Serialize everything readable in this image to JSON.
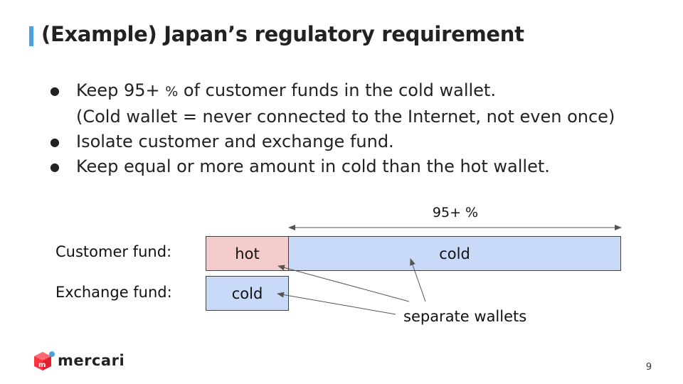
{
  "slide": {
    "title": "(Example) Japan’s regulatory requirement",
    "bullets": [
      {
        "line1_a": "Keep 95+ ",
        "line1_pct": "%",
        "line1_b": " of customer funds in the cold wallet.",
        "line2": "(Cold wallet = never connected to the Internet, not even once)"
      },
      {
        "text": "Isolate customer and exchange fund."
      },
      {
        "text": "Keep equal or more amount in cold than the hot wallet."
      }
    ],
    "bullet_char": "●",
    "page_number": "9"
  },
  "diagram": {
    "span_label_num": "95+ ",
    "span_label_pct": "%",
    "rows": [
      {
        "label": "Customer fund:",
        "boxes": [
          {
            "text": "hot",
            "kind": "hot"
          },
          {
            "text": "cold",
            "kind": "cold"
          }
        ]
      },
      {
        "label": "Exchange fund:",
        "boxes": [
          {
            "text": "cold",
            "kind": "cold"
          }
        ]
      }
    ],
    "annotation": "separate wallets"
  },
  "branding": {
    "logo_text": "mercari",
    "logo_icon": "mercari-cube-icon",
    "logo_color": "#ff333f"
  },
  "colors": {
    "accent_bar": "#4aa3e0",
    "hot_fill": "#f4cccc",
    "cold_fill": "#c9daf8"
  }
}
